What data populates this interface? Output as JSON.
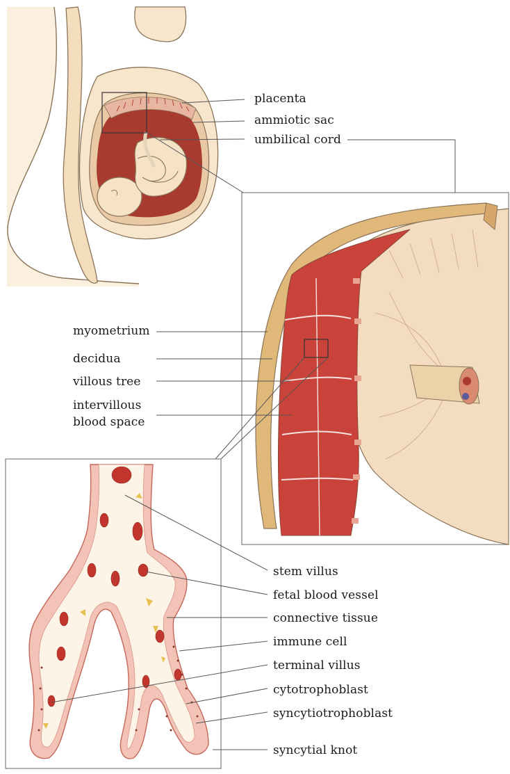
{
  "labels": {
    "placenta": "placenta",
    "amniotic_sac": "ammiotic sac",
    "umbilical_cord": "umbilical cord",
    "myometrium": "myometrium",
    "decidua": "decidua",
    "villous_tree": "villous tree",
    "intervillous_line1": "intervillous",
    "intervillous_line2": "blood space",
    "stem_villus": "stem villus",
    "fetal_blood_vessel": "fetal blood vessel",
    "connective_tissue": "connective tissue",
    "immune_cell": "immune cell",
    "terminal_villus": "terminal villus",
    "cytotrophoblast": "cytotrophoblast",
    "syncytiotrophoblast": "syncytiotrophoblast",
    "syncytial_knot": "syncytial knot"
  },
  "colors": {
    "skin": "#f7e6cc",
    "skin_outline": "#8a7358",
    "uterus_red": "#a83a30",
    "placenta_red": "#c9433a",
    "villus_pink": "#f2c3b6",
    "villus_core": "#fdf3e6",
    "cord": "#e9cfa4",
    "myometrium": "#e0b879",
    "line": "#444444"
  }
}
